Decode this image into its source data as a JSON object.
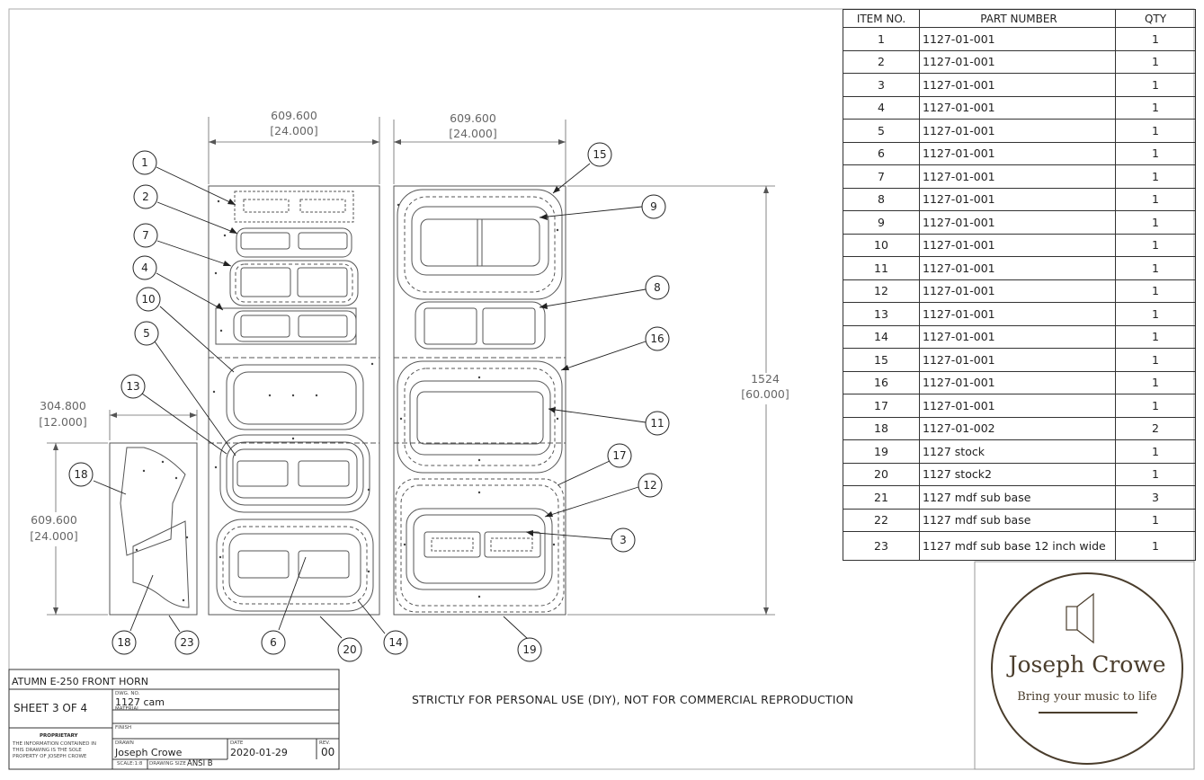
{
  "bom": {
    "headers": [
      "ITEM NO.",
      "PART NUMBER",
      "QTY"
    ],
    "rows": [
      [
        "1",
        "1127-01-001",
        "1"
      ],
      [
        "2",
        "1127-01-001",
        "1"
      ],
      [
        "3",
        "1127-01-001",
        "1"
      ],
      [
        "4",
        "1127-01-001",
        "1"
      ],
      [
        "5",
        "1127-01-001",
        "1"
      ],
      [
        "6",
        "1127-01-001",
        "1"
      ],
      [
        "7",
        "1127-01-001",
        "1"
      ],
      [
        "8",
        "1127-01-001",
        "1"
      ],
      [
        "9",
        "1127-01-001",
        "1"
      ],
      [
        "10",
        "1127-01-001",
        "1"
      ],
      [
        "11",
        "1127-01-001",
        "1"
      ],
      [
        "12",
        "1127-01-001",
        "1"
      ],
      [
        "13",
        "1127-01-001",
        "1"
      ],
      [
        "14",
        "1127-01-001",
        "1"
      ],
      [
        "15",
        "1127-01-001",
        "1"
      ],
      [
        "16",
        "1127-01-001",
        "1"
      ],
      [
        "17",
        "1127-01-001",
        "1"
      ],
      [
        "18",
        "1127-01-002",
        "2"
      ],
      [
        "19",
        "1127 stock",
        "1"
      ],
      [
        "20",
        "1127 stock2",
        "1"
      ],
      [
        "21",
        "1127 mdf sub base",
        "3"
      ],
      [
        "22",
        "1127 mdf sub base",
        "1"
      ],
      [
        "23",
        "1127 mdf sub base 12 inch wide",
        "1"
      ]
    ]
  },
  "dimensions": {
    "top_left_mm": "609.600",
    "top_left_in": "[24.000]",
    "top_right_mm": "609.600",
    "top_right_in": "[24.000]",
    "height_mm": "1524",
    "height_in": "[60.000]",
    "small_width_mm": "304.800",
    "small_width_in": "[12.000]",
    "small_height_mm": "609.600",
    "small_height_in": "[24.000]"
  },
  "balloons": [
    "1",
    "2",
    "7",
    "4",
    "10",
    "5",
    "13",
    "18",
    "18",
    "23",
    "6",
    "20",
    "14",
    "15",
    "9",
    "8",
    "16",
    "11",
    "17",
    "12",
    "3",
    "19"
  ],
  "title_block": {
    "title": "ATUMN E-250 FRONT HORN",
    "sheet": "SHEET 3 OF 4",
    "dwg_no_label": "DWG. NO.",
    "dwg_no": "1127 cam",
    "material_label": "MATERIAL",
    "finish_label": "FINISH",
    "proprietary": "PROPRIETARY",
    "proprietary_text_1": "THE INFORMATION CONTAINED IN",
    "proprietary_text_2": "THIS DRAWING IS THE SOLE",
    "proprietary_text_3": "PROPERTY OF JOSEPH CROWE",
    "drawn_label": "DRAWN",
    "drawn_by": "Joseph Crowe",
    "date_label": "DATE",
    "date": "2020-01-29",
    "rev_label": "REV.",
    "rev": "00",
    "scale": "SCALE:1:8",
    "drawing_size_label": "DRAWING SIZE",
    "drawing_size": "ANSI B"
  },
  "note": "STRICTLY FOR PERSONAL USE (DIY), NOT FOR COMMERCIAL REPRODUCTION",
  "logo": {
    "name": "Joseph Crowe",
    "tagline": "Bring your music to life"
  },
  "colors": {
    "line": "#333333",
    "logo_brown": "#4a3d2c"
  }
}
